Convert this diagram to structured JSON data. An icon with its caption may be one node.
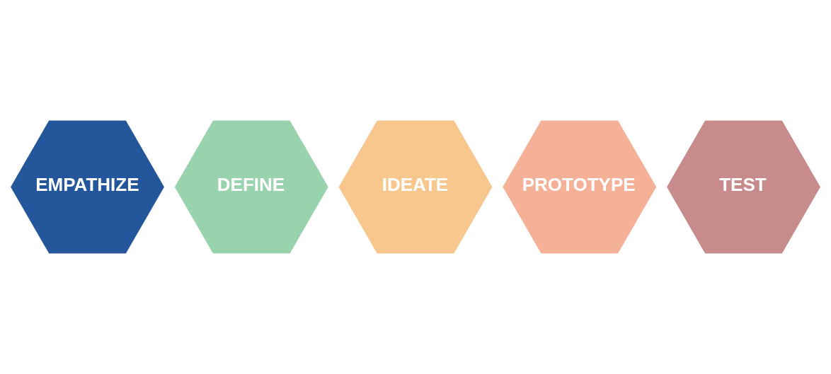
{
  "diagram": {
    "nodes": [
      {
        "text": [
          "EMPATHIZE"
        ]
      },
      {
        "text": [
          "DEFINE"
        ]
      },
      {
        "text": [
          "IDEATE"
        ]
      },
      {
        "text": [
          "PROTOTYPE"
        ]
      },
      {
        "text": [
          "TEST"
        ]
      }
    ],
    "edges": []
  }
}
